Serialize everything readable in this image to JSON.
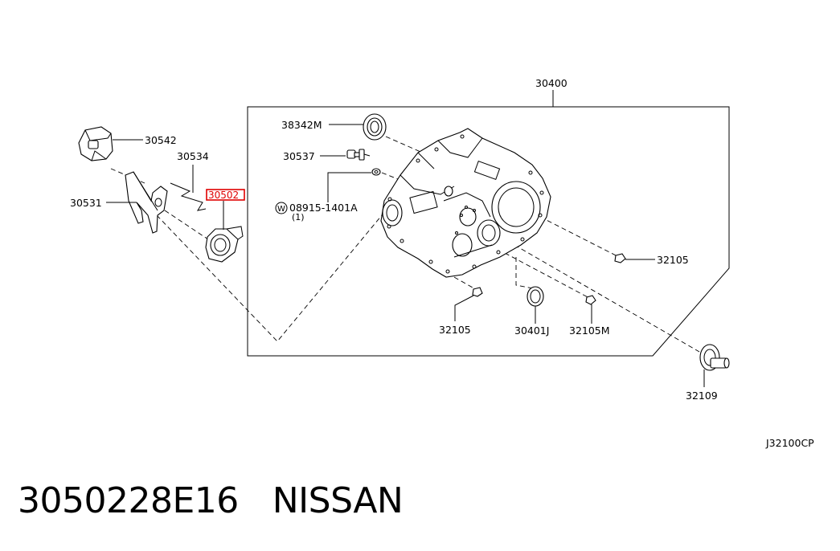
{
  "diagram": {
    "drawing_code": "J32100CP",
    "highlighted_part": "30502",
    "labels": {
      "p30400": "30400",
      "p38342M": "38342M",
      "p30537": "30537",
      "p08915": "08915-1401A",
      "p08915_qty": "(1)",
      "washer_symbol": "W",
      "p30542": "30542",
      "p30534": "30534",
      "p30531": "30531",
      "p32105_right": "32105",
      "p32105_bottom": "32105",
      "p30401J": "30401J",
      "p32105M": "32105M",
      "p32109": "32109"
    }
  },
  "footer": {
    "part_number": "3050228E16",
    "brand": "NISSAN"
  }
}
